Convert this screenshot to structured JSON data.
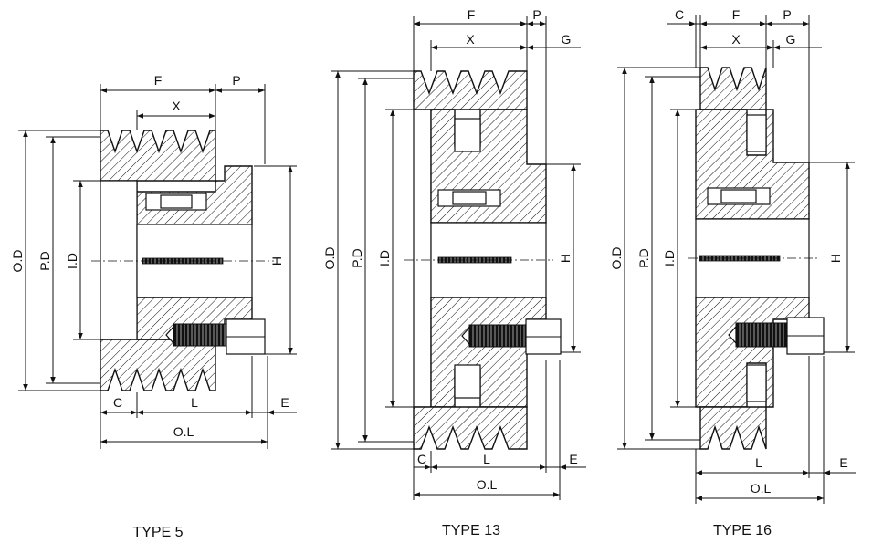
{
  "diagrams": [
    {
      "caption": "TYPE 5",
      "labels": {
        "od": "O.D",
        "pd": "P.D",
        "id": "I.D",
        "h": "H",
        "f": "F",
        "x": "X",
        "p": "P",
        "c": "C",
        "l": "L",
        "e": "E",
        "ol": "O.L"
      }
    },
    {
      "caption": "TYPE 13",
      "labels": {
        "od": "O.D",
        "pd": "P.D",
        "id": "I.D",
        "h": "H",
        "f": "F",
        "x": "X",
        "p": "P",
        "g": "G",
        "c": "C",
        "l": "L",
        "e": "E",
        "ol": "O.L"
      }
    },
    {
      "caption": "TYPE 16",
      "labels": {
        "od": "O.D",
        "pd": "P.D",
        "id": "I.D",
        "h": "H",
        "c": "C",
        "f": "F",
        "x": "X",
        "p": "P",
        "g": "G",
        "l": "L",
        "e": "E",
        "ol": "O.L"
      }
    }
  ]
}
